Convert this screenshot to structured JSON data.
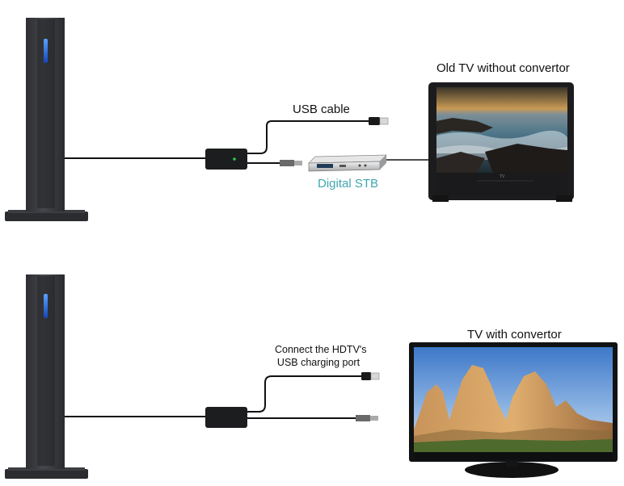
{
  "top_scene": {
    "tv_label": "Old TV without convertor",
    "cable_label": "USB cable",
    "stb_label": "Digital STB"
  },
  "bottom_scene": {
    "tv_label": "TV with convertor",
    "cable_label_line1": "Connect the HDTV's",
    "cable_label_line2": "USB charging port"
  },
  "colors": {
    "antenna_body": "#3a3c40",
    "antenna_led": "#2f7ff5",
    "cable": "#111111",
    "stb_label": "#3fa7b0",
    "converter_led": "#2ecc40"
  }
}
